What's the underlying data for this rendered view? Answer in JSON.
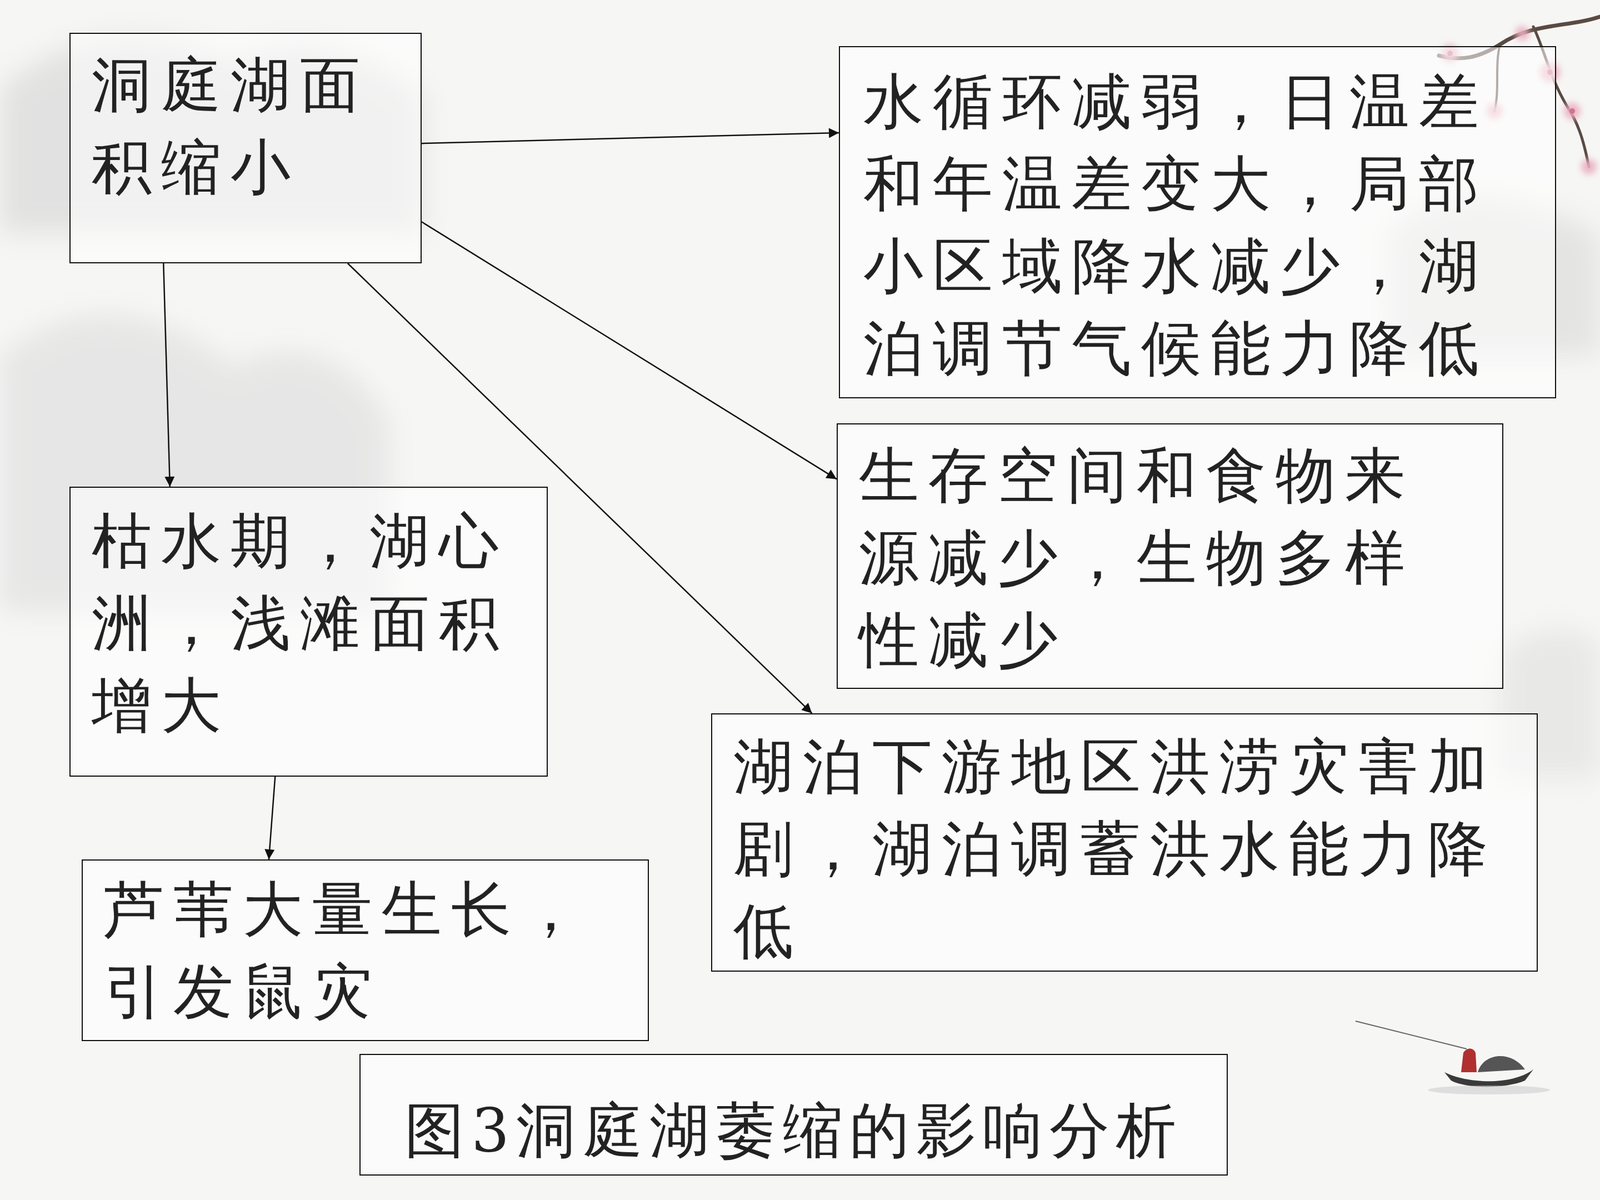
{
  "diagram": {
    "caption": "图3洞庭湖萎缩的影响分析",
    "nodes": [
      {
        "text": [
          "洞庭湖面 积缩小"
        ]
      },
      {
        "text": [
          "水循环减弱，日温差 和年温差变大，局部 小区域降水减少，湖 泊调节气候能力降低"
        ]
      },
      {
        "text": [
          "生存空间和食物来 源减少，生物多样 性减少"
        ]
      },
      {
        "text": [
          "枯水期，湖心 洲，浅滩面积 增大"
        ]
      },
      {
        "text": [
          "湖泊下游地区洪涝灾害加 剧，湖泊调蓄洪水能力降 低"
        ]
      },
      {
        "text": [
          "芦苇大量生长， 引发鼠灾"
        ]
      }
    ],
    "edges": [
      {
        "from": 0,
        "to": 1,
        "arrow": "to"
      },
      {
        "from": 0,
        "to": 2,
        "arrow": "to"
      },
      {
        "from": 0,
        "to": 3,
        "arrow": "to"
      },
      {
        "from": 0,
        "to": 4,
        "arrow": "to"
      },
      {
        "from": 3,
        "to": 5,
        "arrow": "to"
      }
    ]
  }
}
